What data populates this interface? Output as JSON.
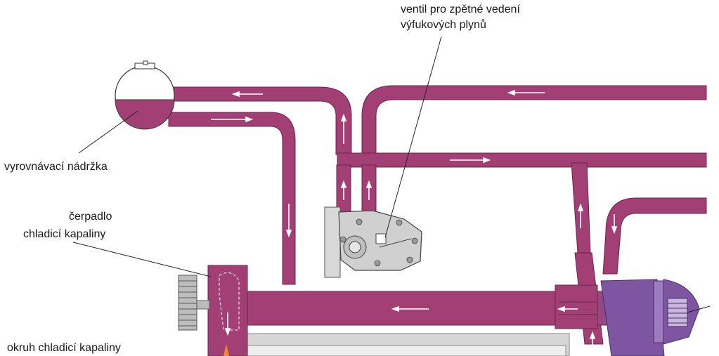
{
  "labels": {
    "egr_valve_line1": "ventil pro zpětné vedení",
    "egr_valve_line2": "výfukových plynů",
    "expansion_tank": "vyrovnávací nádržka",
    "pump_line1": "čerpadlo",
    "pump_line2": "chladicí kapaliny",
    "coolant_circuit": "okruh chladicí kapaliny"
  },
  "colors": {
    "coolant_pipe": "#a23f74",
    "pipe_outline": "#6e2550",
    "arrow": "#ffffff",
    "engine_grey": "#c8c8c8",
    "turbo_purple": "#7d55a0",
    "valve_grey": "#d0d0d0"
  }
}
